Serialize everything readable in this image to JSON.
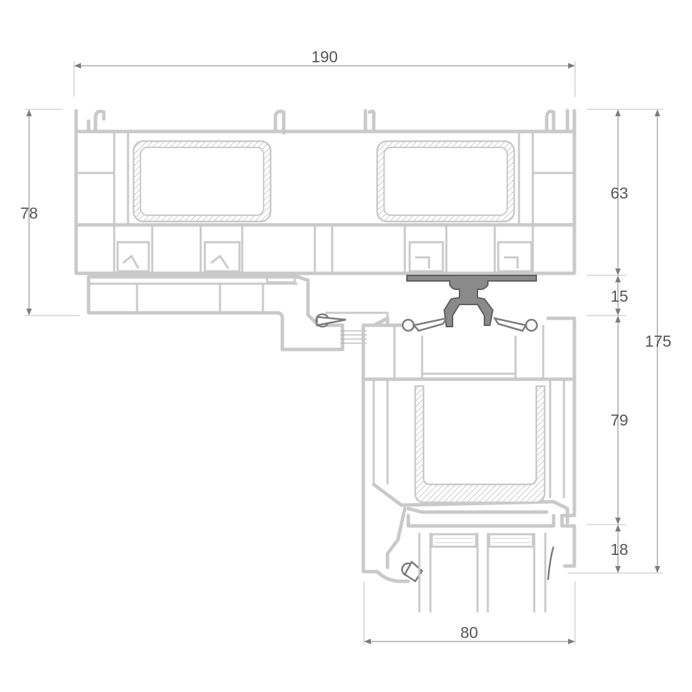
{
  "dimensions": {
    "width_top": "190",
    "height_left": "78",
    "frame_depth": "63",
    "connector_gap": "15",
    "total_height": "175",
    "sash_depth": "79",
    "sash_overlap": "18",
    "width_bottom": "80"
  },
  "colors": {
    "profile": "#c9c9c9",
    "dimension_line": "#7d7d7d",
    "dimension_text": "#555555",
    "connector": "#8a8a8a"
  }
}
